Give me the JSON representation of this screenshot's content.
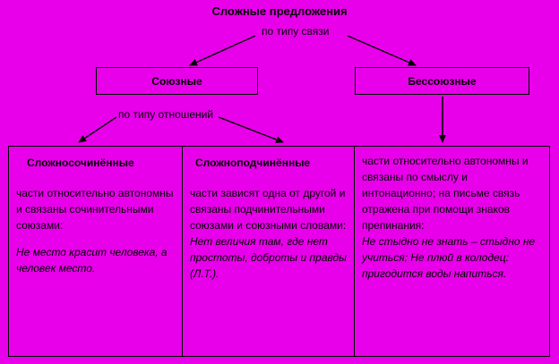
{
  "diagram": {
    "title": "Сложные предложения",
    "label_by_connection": "по типу связи",
    "label_by_relation": "по типу отношений",
    "node_union": "Союзные",
    "node_nonunion": "Бессоюзные",
    "columns": [
      {
        "heading": "Сложносочинённые",
        "description": "части относительно автономны и связаны сочинительными союзами:",
        "example": "Не место красит человека, а человек место."
      },
      {
        "heading": "Сложноподчинённые",
        "description": "части зависят одна от другой и связаны подчинительными союзами и союзными словами:",
        "example": "Нет величия там, где нет простоты, доброты и правды (Л.Т.)."
      },
      {
        "heading": "",
        "description": "части относительно автономны и связаны по смыслу и интонационно; на письме связь отражена при помощи знаков препинания:",
        "example": "Не стыдно не знать – стыдно не учиться; Не плюй в колодец: пригодится воды напиться."
      }
    ],
    "colors": {
      "background": "#e800ea",
      "frame": "#000000",
      "lines": "#000000"
    }
  }
}
